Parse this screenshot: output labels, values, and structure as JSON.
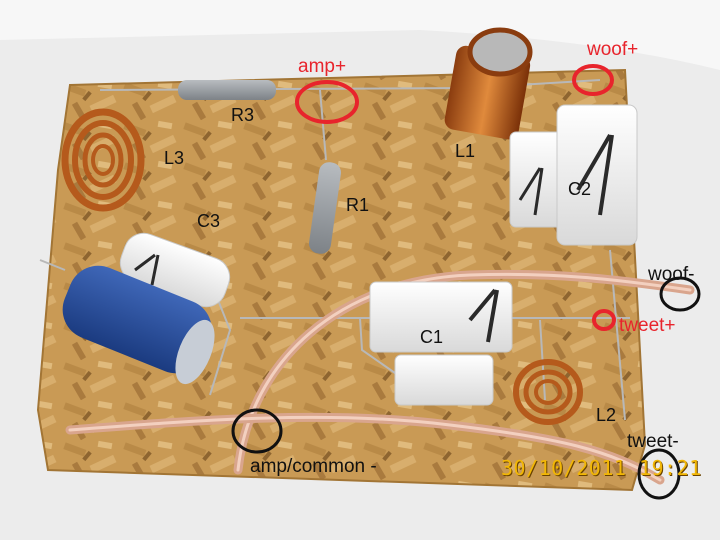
{
  "photo": {
    "components": {
      "r3": "R3",
      "l3": "L3",
      "l1": "L1",
      "r1": "R1",
      "c2": "C2",
      "c3": "C3",
      "c1": "C1",
      "l2": "L2"
    },
    "callouts": {
      "amp_plus": "amp+",
      "woof_plus": "woof+",
      "woof_minus": "woof-",
      "tweet_plus": "tweet+",
      "tweet_minus": "tweet-",
      "amp_common_minus": "amp/common -"
    },
    "timestamp": "30/10/2011 19:21",
    "colors": {
      "callout_red": "#e8242c",
      "callout_black": "#111111",
      "timestamp": "#f2b705",
      "board": "#c99a55"
    }
  }
}
